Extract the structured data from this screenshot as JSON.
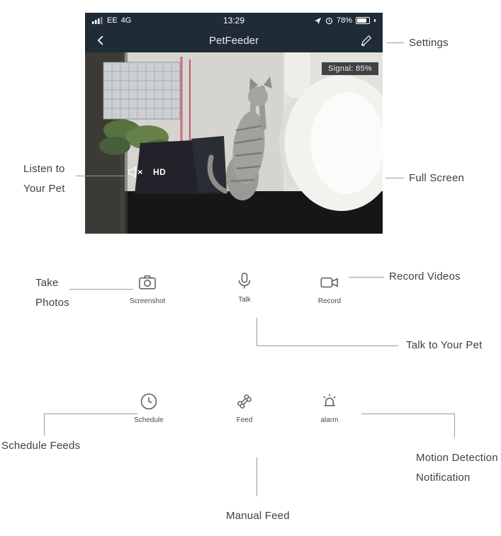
{
  "phone": {
    "status_bar": {
      "carrier": "EE",
      "network": "4G",
      "time": "13:29",
      "battery_percent": "78%"
    },
    "nav": {
      "title": "PetFeeder"
    },
    "video": {
      "signal_badge": "Signal: 85%",
      "hd_label": "HD"
    }
  },
  "actions": {
    "screenshot": {
      "label": "Screenshot"
    },
    "talk": {
      "label": "Talk"
    },
    "record": {
      "label": "Record"
    },
    "schedule": {
      "label": "Schedule"
    },
    "feed": {
      "label": "Feed"
    },
    "alarm": {
      "label": "alarm"
    }
  },
  "callouts": {
    "settings": "Settings",
    "listen_line1": "Listen to",
    "listen_line2": "Your Pet",
    "full_screen": "Full Screen",
    "take_photos_line1": "Take",
    "take_photos_line2": "Photos",
    "record_videos": "Record Videos",
    "talk_to_your_pet": "Talk to Your Pet",
    "schedule_feeds": "Schedule Feeds",
    "motion_line1": "Motion Detection",
    "motion_line2": "Notification",
    "manual_feed": "Manual Feed"
  },
  "colors": {
    "header_bg": "#1f2b37",
    "callout_text": "#3f3f3f",
    "callout_line": "#9c9c9c",
    "icon_stroke": "#5a5a5a",
    "signal_badge_bg": "rgba(15,20,26,0.78)",
    "cage_pink": "#d26a84",
    "plant_green": "#5d7645"
  }
}
